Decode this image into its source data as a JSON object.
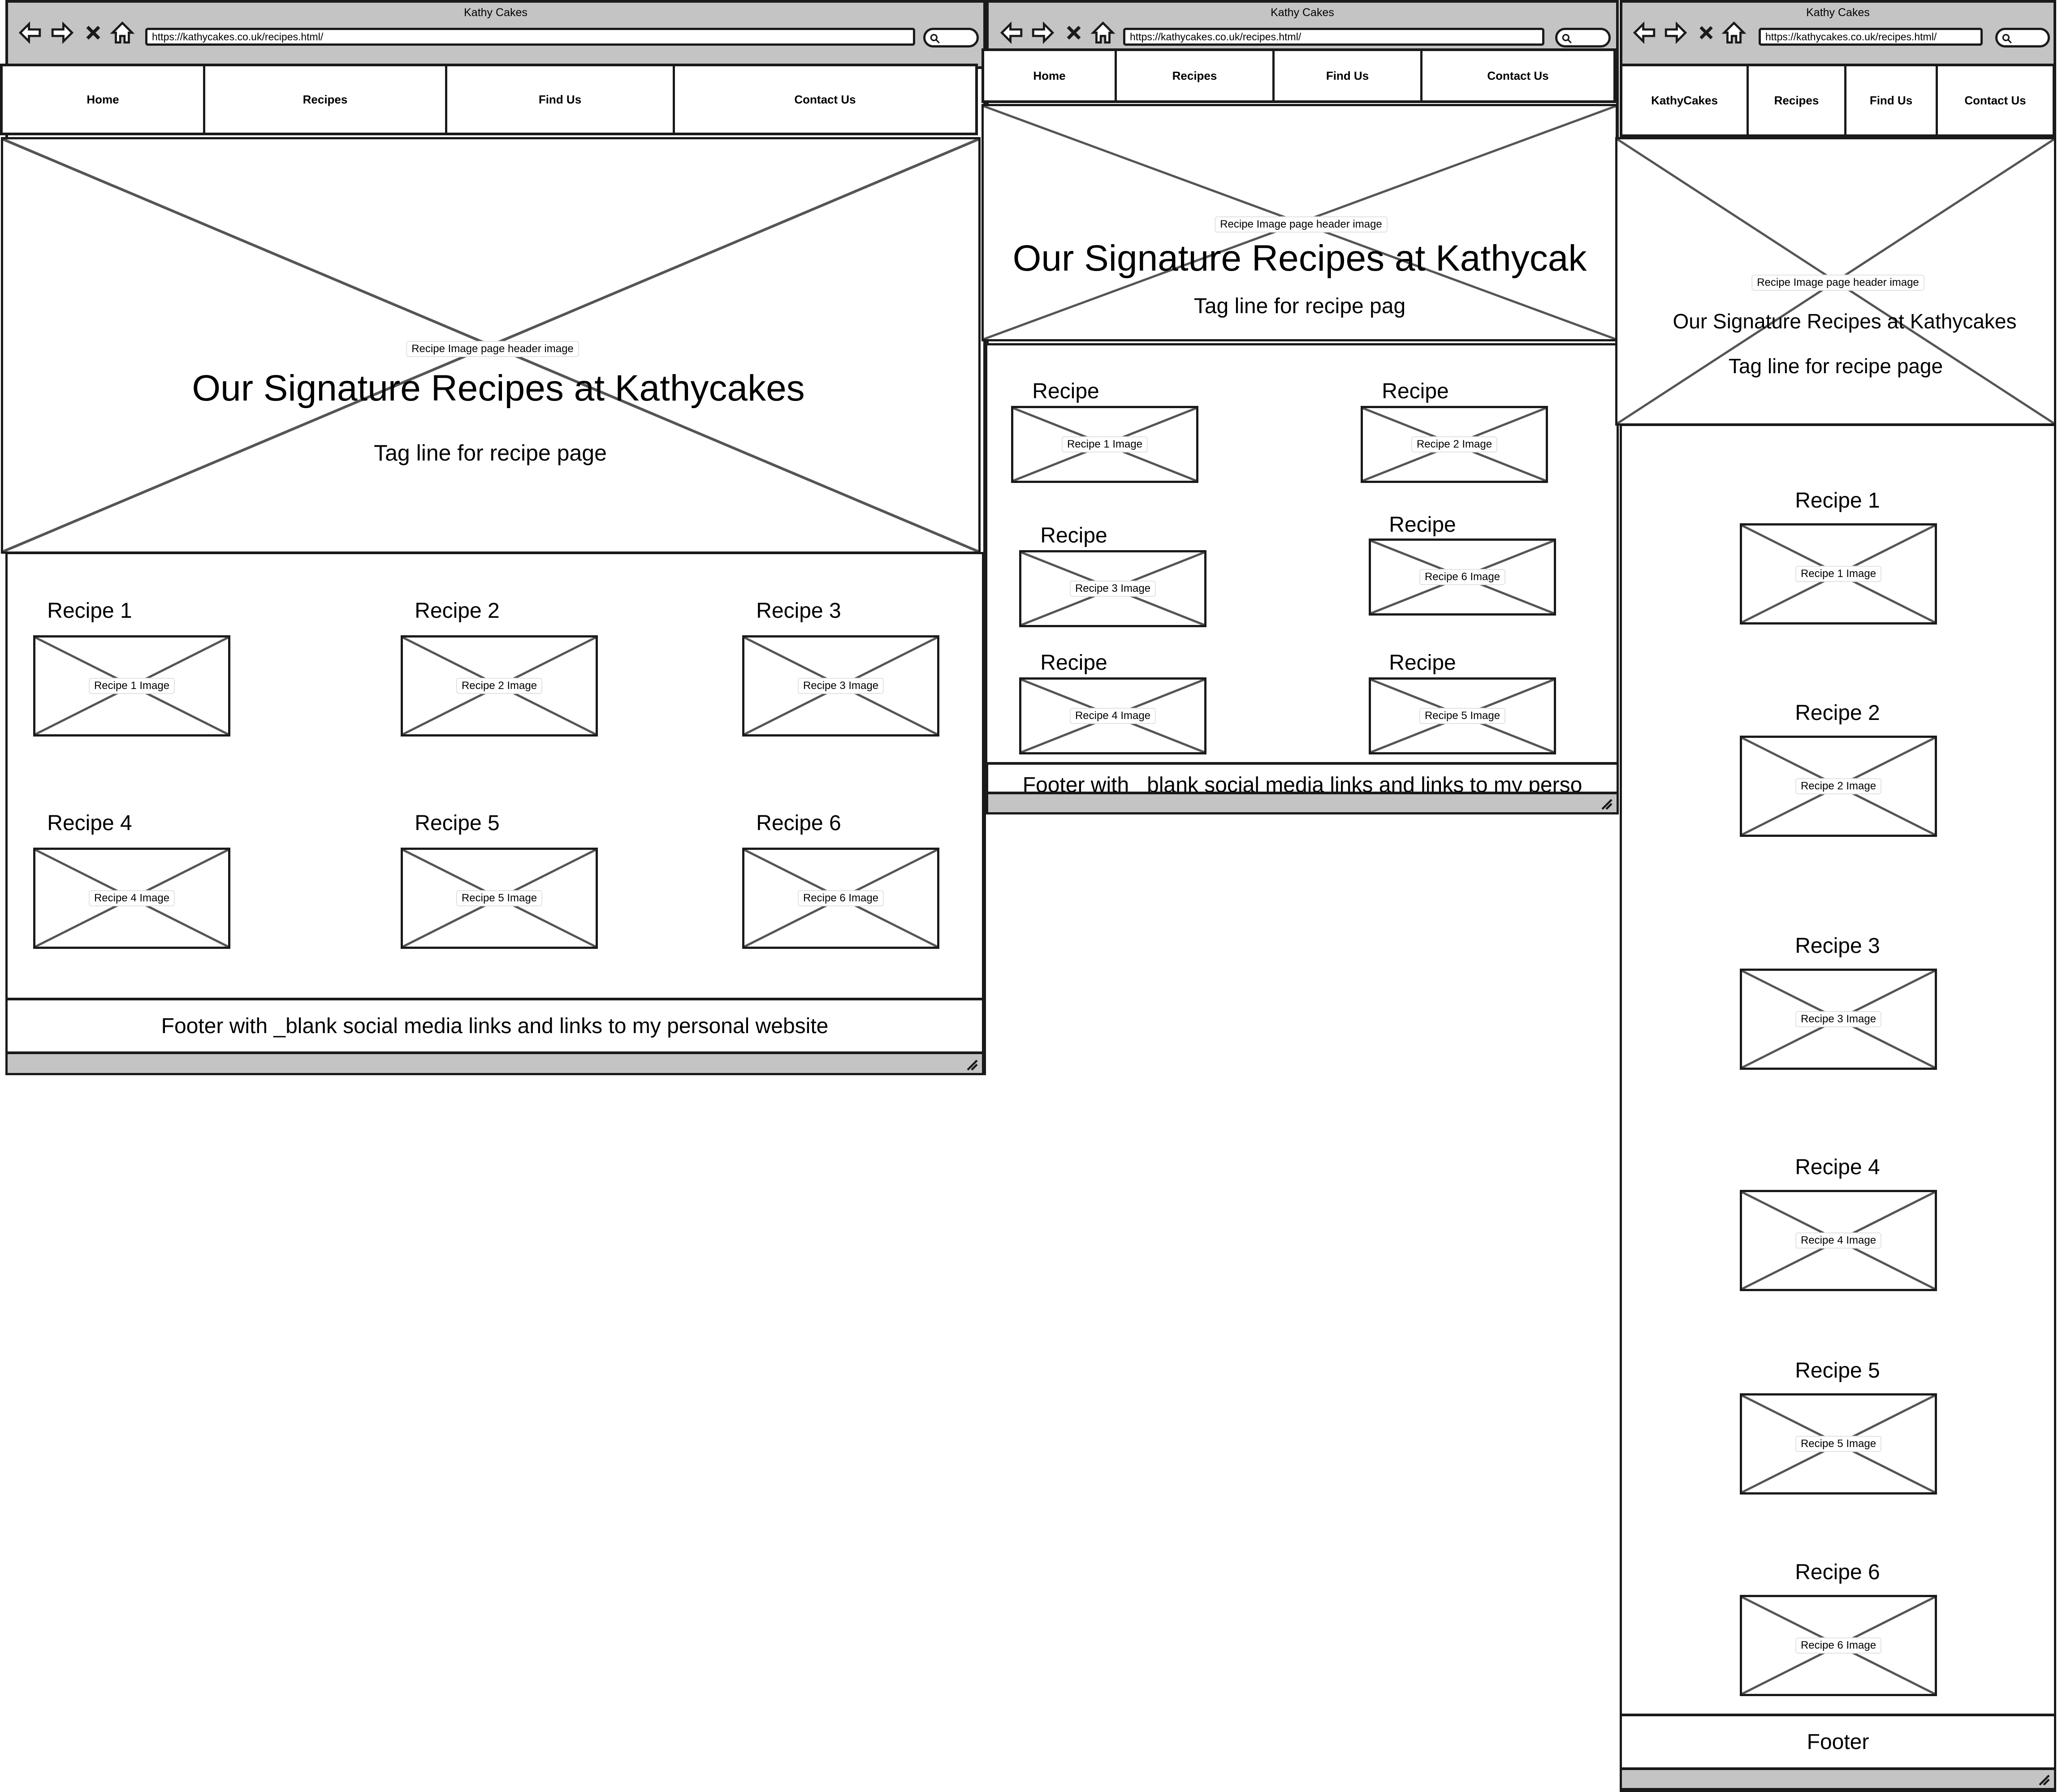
{
  "window": {
    "title": "Kathy Cakes"
  },
  "desktop": {
    "url": "https://kathycakes.co.uk/recipes.html/",
    "nav": [
      "Home",
      "Recipes",
      "Find Us",
      "Contact Us"
    ],
    "hero": {
      "image_label": "Recipe Image page header image",
      "heading": "Our Signature Recipes at Kathycakes",
      "tagline": "Tag line for recipe page"
    },
    "recipes": [
      {
        "title": "Recipe 1",
        "image": "Recipe 1 Image"
      },
      {
        "title": "Recipe 2",
        "image": "Recipe 2 Image"
      },
      {
        "title": "Recipe 3",
        "image": "Recipe 3 Image"
      },
      {
        "title": "Recipe 4",
        "image": "Recipe 4 Image"
      },
      {
        "title": "Recipe 5",
        "image": "Recipe 5 Image"
      },
      {
        "title": "Recipe 6",
        "image": "Recipe 6 Image"
      }
    ],
    "footer": "Footer with _blank social media links and links to my personal website"
  },
  "tablet": {
    "url": "https://kathycakes.co.uk/recipes.html/",
    "nav": [
      "Home",
      "Recipes",
      "Find Us",
      "Contact Us"
    ],
    "hero": {
      "image_label": "Recipe Image page header image",
      "heading": "Our Signature Recipes at Kathycak",
      "tagline": "Tag line for recipe pag"
    },
    "recipes": [
      {
        "title": "Recipe",
        "image": "Recipe 1 Image"
      },
      {
        "title": "Recipe",
        "image": "Recipe 2 Image"
      },
      {
        "title": "Recipe",
        "image": "Recipe 3 Image"
      },
      {
        "title": "Recipe",
        "image": "Recipe 6 Image"
      },
      {
        "title": "Recipe",
        "image": "Recipe 4 Image"
      },
      {
        "title": "Recipe",
        "image": "Recipe 5 Image"
      }
    ],
    "footer": "Footer with _blank social media links and links to my perso"
  },
  "mobile": {
    "url": "https://kathycakes.co.uk/recipes.html/",
    "nav": [
      "KathyCakes",
      "Recipes",
      "Find Us",
      "Contact Us"
    ],
    "hero": {
      "image_label": "Recipe Image page header image",
      "heading": "Our Signature Recipes at Kathycakes",
      "tagline": "Tag line for recipe page"
    },
    "recipes": [
      {
        "title": "Recipe 1",
        "image": "Recipe 1 Image"
      },
      {
        "title": "Recipe 2",
        "image": "Recipe 2 Image"
      },
      {
        "title": "Recipe 3",
        "image": "Recipe 3 Image"
      },
      {
        "title": "Recipe 4",
        "image": "Recipe 4 Image"
      },
      {
        "title": "Recipe 5",
        "image": "Recipe 5 Image"
      },
      {
        "title": "Recipe 6",
        "image": "Recipe 6 Image"
      }
    ],
    "footer": "Footer"
  },
  "icons": [
    "back-arrow-icon",
    "forward-arrow-icon",
    "stop-icon",
    "home-icon",
    "search-icon",
    "resize-grip-icon"
  ],
  "colors": {
    "chrome": "#c4c4c4",
    "stroke": "#1a1a1a",
    "cross": "#555555"
  }
}
